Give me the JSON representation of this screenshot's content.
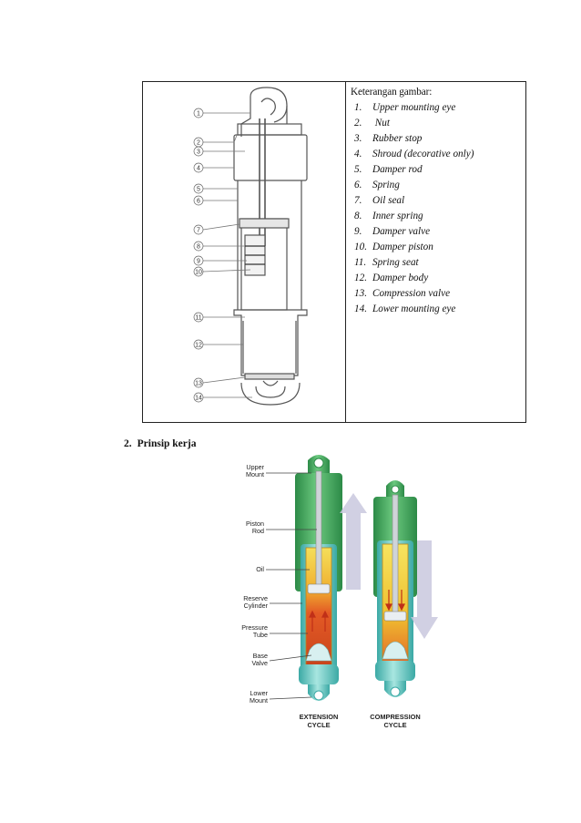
{
  "table": {
    "legend_heading": "Keterangan  gambar:",
    "items": [
      {
        "num": "1.",
        "label": "Upper mounting eye"
      },
      {
        "num": "2.",
        "label": " Nut"
      },
      {
        "num": "3.",
        "label": "Rubber stop"
      },
      {
        "num": "4.",
        "label": "Shroud (decorative only)"
      },
      {
        "num": "5.",
        "label": "Damper rod"
      },
      {
        "num": "6.",
        "label": "Spring"
      },
      {
        "num": "7.",
        "label": "Oil seal"
      },
      {
        "num": "8.",
        "label": "Inner spring"
      },
      {
        "num": "9.",
        "label": "Damper valve"
      },
      {
        "num": "10.",
        "label": "Damper piston"
      },
      {
        "num": "11.",
        "label": "Spring seat"
      },
      {
        "num": "12.",
        "label": "Damper body"
      },
      {
        "num": "13.",
        "label": "Compression valve"
      },
      {
        "num": "14.",
        "label": "Lower mounting eye"
      }
    ],
    "callouts": [
      "1",
      "2",
      "3",
      "4",
      "5",
      "6",
      "7",
      "8",
      "9",
      "10",
      "11",
      "12",
      "13",
      "14"
    ]
  },
  "section": {
    "number": "2.",
    "title": "Prinsip  kerja"
  },
  "figure2": {
    "labels": {
      "upper_mount": [
        "Upper",
        "Mount"
      ],
      "piston_rod": [
        "Piston",
        "Rod"
      ],
      "oil": [
        "Oil"
      ],
      "reserve_cylinder": [
        "Reserve",
        "Cylinder"
      ],
      "pressure_tube": [
        "Pressure",
        "Tube"
      ],
      "base_valve": [
        "Base",
        "Valve"
      ],
      "lower_mount": [
        "Lower",
        "Mount"
      ]
    },
    "captions": {
      "extension": [
        "EXTENSION",
        "CYCLE"
      ],
      "compression": [
        "COMPRESSION",
        "CYCLE"
      ]
    },
    "colors": {
      "shroud_green": "#3aa35a",
      "tube_teal": "#5fc6c0",
      "oil_yellow": "#f2d23a",
      "oil_orange": "#e0552a",
      "arrow_lavender": "#c9c8de"
    }
  }
}
